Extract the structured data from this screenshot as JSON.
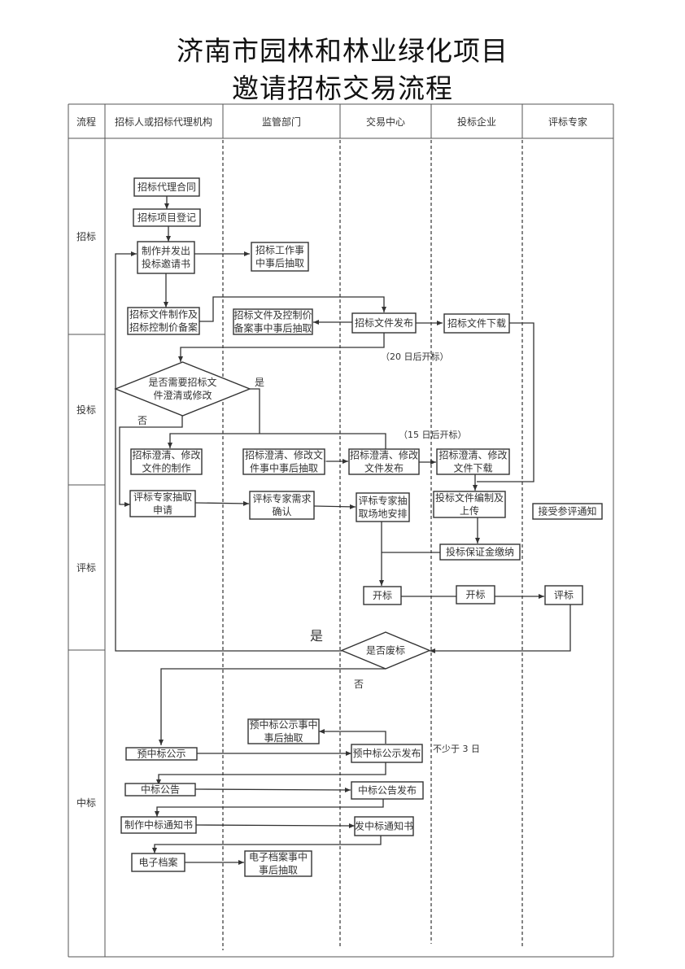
{
  "title": {
    "line1": "济南市园林和林业绿化项目",
    "line2": "邀请招标交易流程"
  },
  "header": {
    "columns": [
      "流程",
      "招标人或招标代理机构",
      "监管部门",
      "交易中心",
      "投标企业",
      "评标专家"
    ]
  },
  "stages": [
    "招标",
    "投标",
    "评标",
    "中标"
  ],
  "nodes": {
    "agency_contract": [
      "招标代理合同"
    ],
    "project_register": [
      "招标项目登记"
    ],
    "issue_invitation": [
      "制作并发出",
      "投标邀请书"
    ],
    "work_sampling": [
      "招标工作事",
      "中事后抽取"
    ],
    "doc_prep": [
      "招标文件制作及",
      "招标控制价备案"
    ],
    "doc_sampling": [
      "招标文件及控制价",
      "备案事中事后抽取"
    ],
    "doc_publish": [
      "招标文件发布"
    ],
    "doc_download": [
      "招标文件下载"
    ],
    "clarify_decision": [
      "是否需要招标文",
      "件澄清或修改"
    ],
    "clarify_make": [
      "招标澄清、修改",
      "文件的制作"
    ],
    "clarify_sampling": [
      "招标澄清、修改文",
      "件事中事后抽取"
    ],
    "clarify_publish": [
      "招标澄清、修改",
      "文件发布"
    ],
    "clarify_download": [
      "招标澄清、修改",
      "文件下载"
    ],
    "expert_apply": [
      "评标专家抽取",
      "申请"
    ],
    "expert_confirm": [
      "评标专家需求",
      "确认"
    ],
    "expert_arrange": [
      "评标专家抽",
      "取场地安排"
    ],
    "bid_compile": [
      "投标文件编制及",
      "上传"
    ],
    "expert_notice": [
      "接受参评通知"
    ],
    "bid_bond": [
      "投标保证金缴纳"
    ],
    "open_center": [
      "开标"
    ],
    "open_bidder": [
      "开标"
    ],
    "evaluate": [
      "评标"
    ],
    "void_decision": [
      "是否废标"
    ],
    "pre_award_sampling": [
      "预中标公示事中",
      "事后抽取"
    ],
    "pre_award_notice": [
      "预中标公示"
    ],
    "pre_award_publish": [
      "预中标公示发布"
    ],
    "award_notice": [
      "中标公告"
    ],
    "award_publish": [
      "中标公告发布"
    ],
    "award_letter": [
      "制作中标通知书"
    ],
    "award_letter_send": [
      "发中标通知书"
    ],
    "archive": [
      "电子档案"
    ],
    "archive_sampling": [
      "电子档案事中",
      "事后抽取"
    ]
  },
  "labels": {
    "yes": "是",
    "no": "否",
    "void_yes": "是",
    "void_no": "否",
    "days20": "（20 日后开标）",
    "days15": "（15 日后开标）",
    "min3": "不少于 3 日"
  }
}
